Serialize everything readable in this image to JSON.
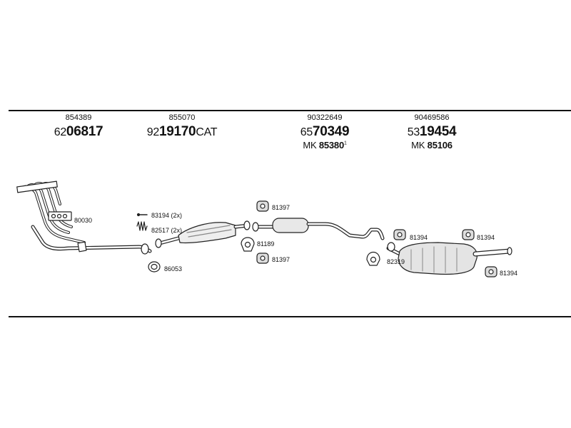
{
  "groups": [
    {
      "ref": "854389",
      "num_prefix": "62",
      "num_main": "06817",
      "num_suffix": "",
      "mk_prefix": "",
      "mk_main": "",
      "mk_note": ""
    },
    {
      "ref": "855070",
      "num_prefix": "92",
      "num_main": "19170",
      "num_suffix": "CAT",
      "mk_prefix": "",
      "mk_main": "",
      "mk_note": ""
    },
    {
      "ref": "90322649",
      "num_prefix": "65",
      "num_main": "70349",
      "num_suffix": "",
      "mk_prefix": "MK ",
      "mk_main": "85380",
      "mk_note": "1"
    },
    {
      "ref": "90469586",
      "num_prefix": "53",
      "num_main": "19454",
      "num_suffix": "",
      "mk_prefix": "MK ",
      "mk_main": "85106",
      "mk_note": ""
    }
  ],
  "labels": {
    "gasket_manifold": "80030",
    "bolt_cat": "83194 (2x)",
    "spring_cat": "82517 (2x)",
    "ring_front": "86053",
    "rubber_mid_top": "81397",
    "clamp_mid": "81189",
    "rubber_mid_bottom": "81397",
    "clamp_rear": "82319",
    "rubber_rear_left": "81394",
    "rubber_rear_right": "81394",
    "rubber_rear_bottom": "81394"
  }
}
